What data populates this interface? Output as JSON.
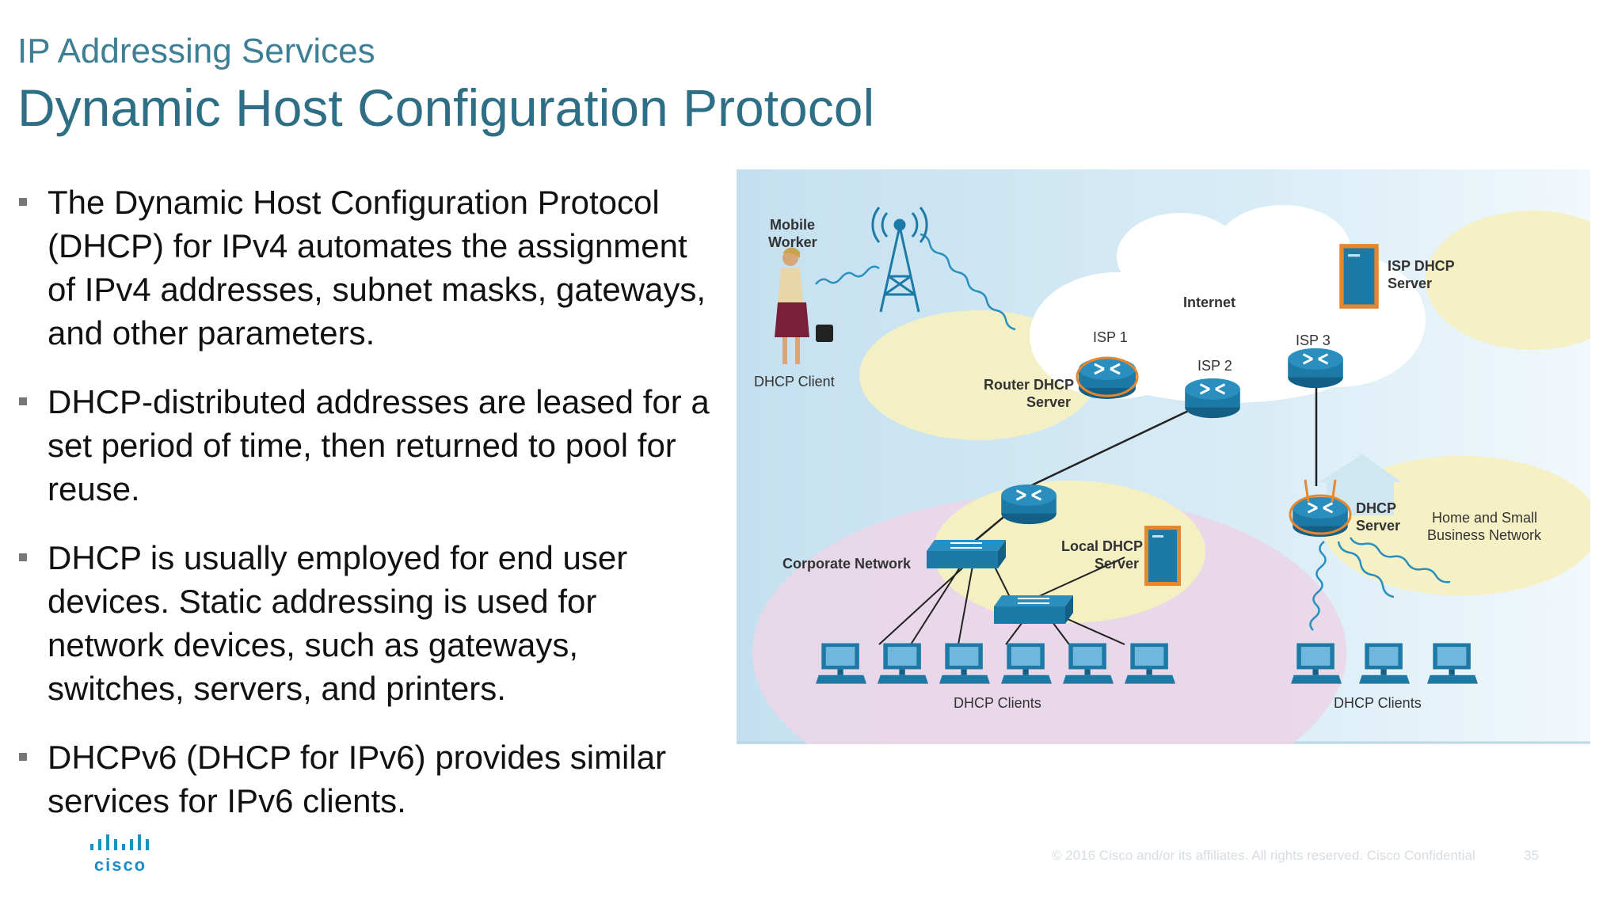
{
  "header": {
    "section": "IP Addressing Services",
    "title": "Dynamic Host Configuration Protocol"
  },
  "bullets": [
    "The Dynamic Host Configuration Protocol (DHCP) for IPv4 automates the assignment of IPv4 addresses, subnet masks, gateways, and other parameters.",
    "DHCP-distributed addresses are leased for a set period of time, then returned to pool for reuse.",
    "DHCP is usually employed for end user devices. Static addressing is used for network devices, such as gateways, switches, servers, and printers.",
    "DHCPv6 (DHCP for IPv6) provides similar services for IPv6 clients."
  ],
  "diagram": {
    "mobile_worker_line1": "Mobile",
    "mobile_worker_line2": "Worker",
    "dhcp_client": "DHCP Client",
    "internet": "Internet",
    "isp1": "ISP 1",
    "isp2": "ISP 2",
    "isp3": "ISP 3",
    "isp_dhcp_line1": "ISP DHCP",
    "isp_dhcp_line2": "Server",
    "router_dhcp_line1": "Router DHCP",
    "router_dhcp_line2": "Server",
    "corporate_network": "Corporate Network",
    "local_dhcp_line1": "Local DHCP",
    "local_dhcp_line2": "Server",
    "dhcp_server_line1": "DHCP",
    "dhcp_server_line2": "Server",
    "home_line1": "Home and Small",
    "home_line2": "Business Network",
    "clients_corporate": "DHCP Clients",
    "clients_home": "DHCP Clients"
  },
  "footer": {
    "copyright": "© 2016  Cisco and/or its affiliates. All rights reserved.   Cisco Confidential",
    "page": "35",
    "logo": "cisco"
  },
  "colors": {
    "title": "#2f6f86",
    "diagram_bg": "#cfe6f3",
    "yellow_zone": "#f5f0c2",
    "pink_zone": "#e9d7e8",
    "device": "#1d7aa6",
    "device_highlight": "#e8862d"
  }
}
